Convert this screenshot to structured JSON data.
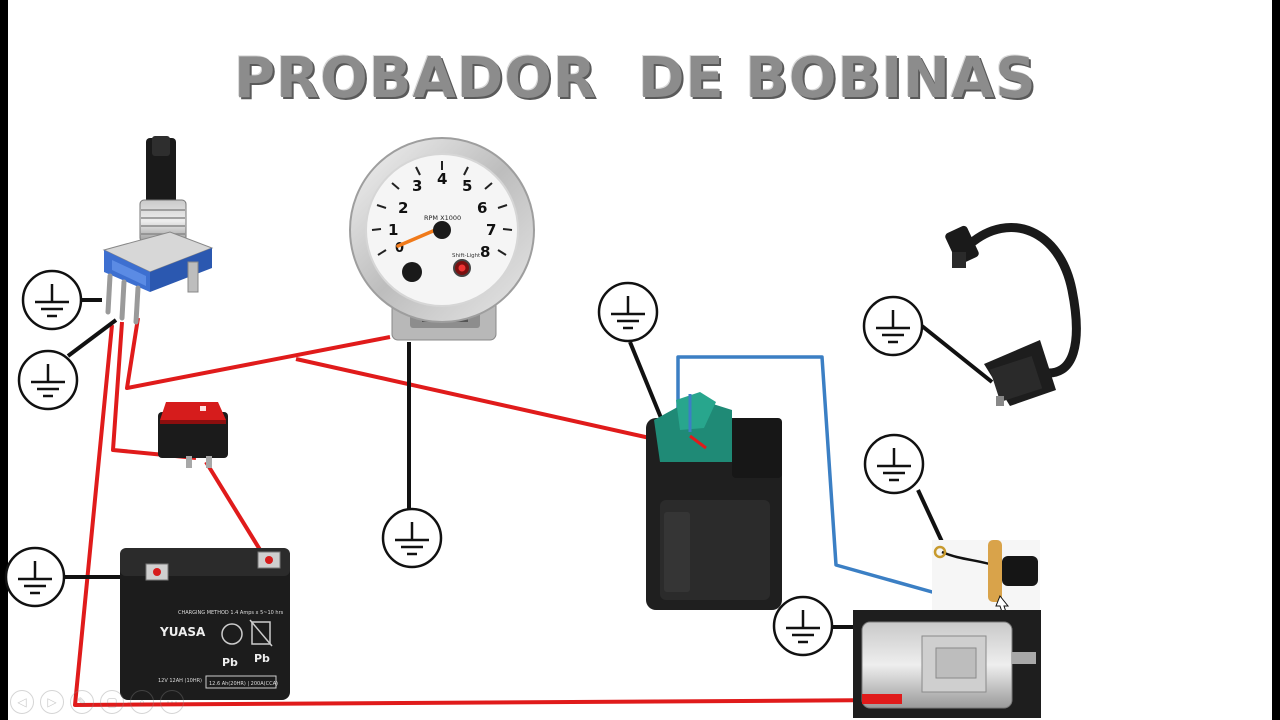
{
  "title": "PROBADOR  DE BOBINAS",
  "colors": {
    "power_wire": "#e01b1b",
    "signal_wire": "#3b7fc4",
    "ground_wire": "#111111"
  },
  "tachometer": {
    "label": "RPM X1000",
    "shift_light": "Shift-Light",
    "dial_numbers": [
      "0",
      "1",
      "2",
      "3",
      "4",
      "5",
      "6",
      "7",
      "8"
    ]
  },
  "battery": {
    "brand": "YUASA",
    "charging": "CHARGING METHOD  1.4 Amps x 5~10 hrs",
    "rating": "12.6 Ah(20HR) | 200A(CCA)",
    "voltage": "12V 12AH (10HR)",
    "pb_left": "Pb",
    "pb_right": "Pb"
  },
  "icons": [
    "ground-symbol-icon",
    "potentiometer-icon",
    "tachometer-icon",
    "rocker-switch-icon",
    "battery-icon",
    "cdi-module-icon",
    "ignition-coil-icon",
    "pickup-sensor-icon",
    "dc-motor-icon"
  ],
  "slide_controls": [
    "◁",
    "▷",
    "✎",
    "▢",
    "⌕",
    "⋯"
  ]
}
